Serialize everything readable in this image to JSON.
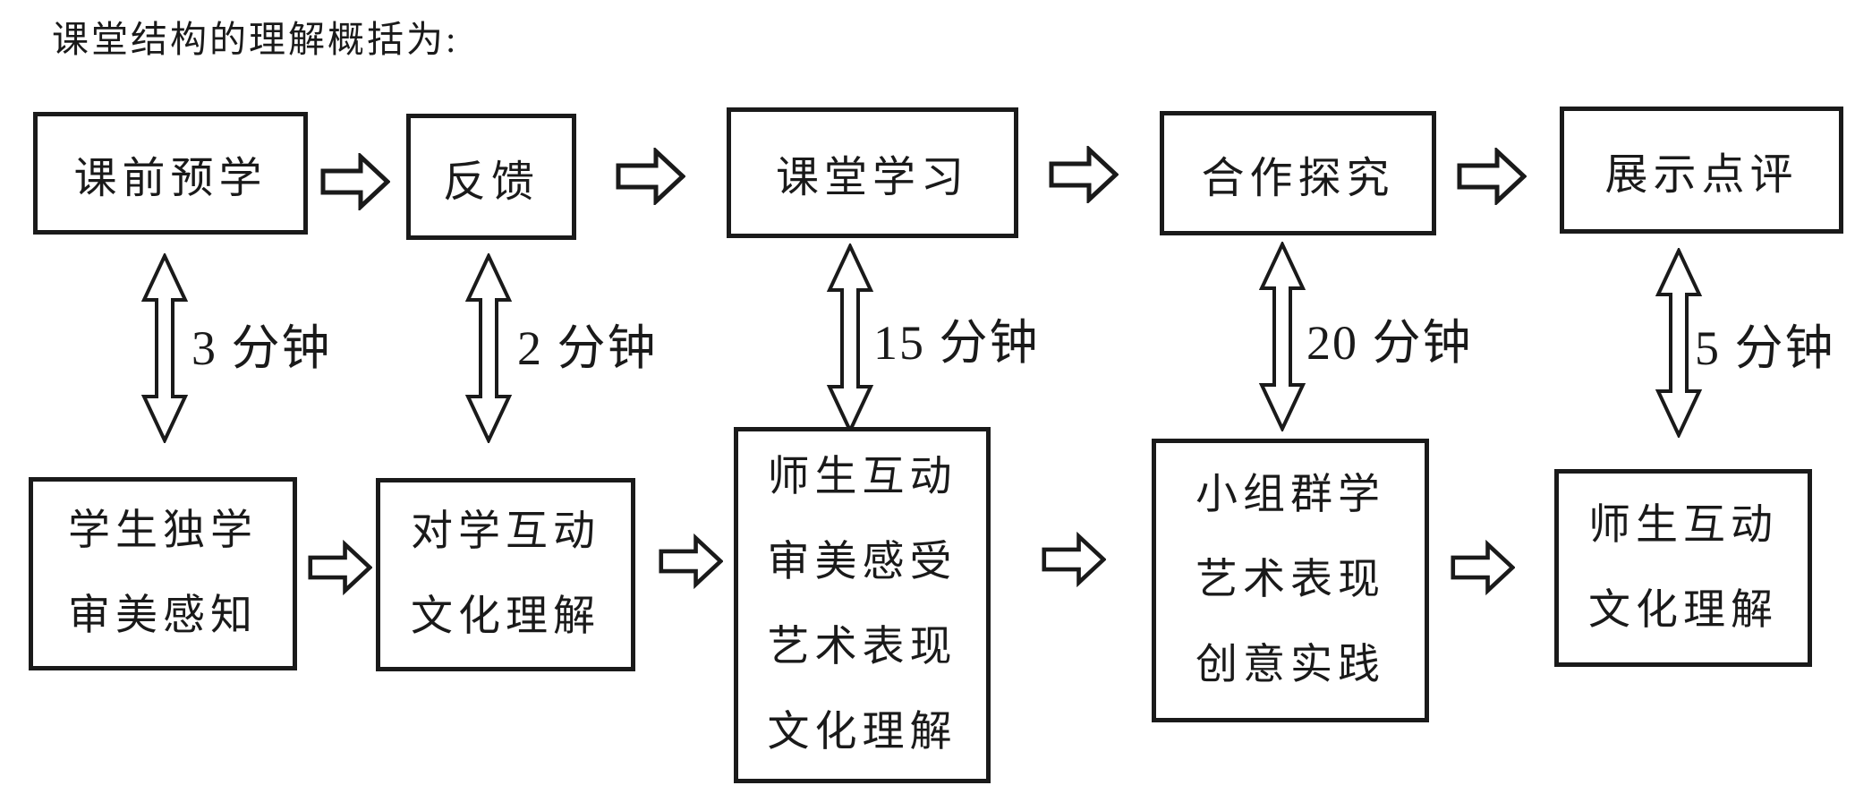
{
  "title": "课堂结构的理解概括为:",
  "palette": {
    "ink": "#1a1a1a",
    "paper": "#ffffff"
  },
  "top_row": [
    {
      "label": "课前预学"
    },
    {
      "label": "反馈"
    },
    {
      "label": "课堂学习"
    },
    {
      "label": "合作探究"
    },
    {
      "label": "展示点评"
    }
  ],
  "durations": [
    {
      "label": "3 分钟"
    },
    {
      "label": "2 分钟"
    },
    {
      "label": "15 分钟"
    },
    {
      "label": "20 分钟"
    },
    {
      "label": "5 分钟"
    }
  ],
  "bottom_row": [
    {
      "lines": [
        "学生独学",
        "审美感知"
      ]
    },
    {
      "lines": [
        "对学互动",
        "文化理解"
      ]
    },
    {
      "lines": [
        "师生互动",
        "审美感受",
        "艺术表现",
        "文化理解"
      ]
    },
    {
      "lines": [
        "小组群学",
        "艺术表现",
        "创意实践"
      ]
    },
    {
      "lines": [
        "师生互动",
        "文化理解"
      ]
    }
  ]
}
